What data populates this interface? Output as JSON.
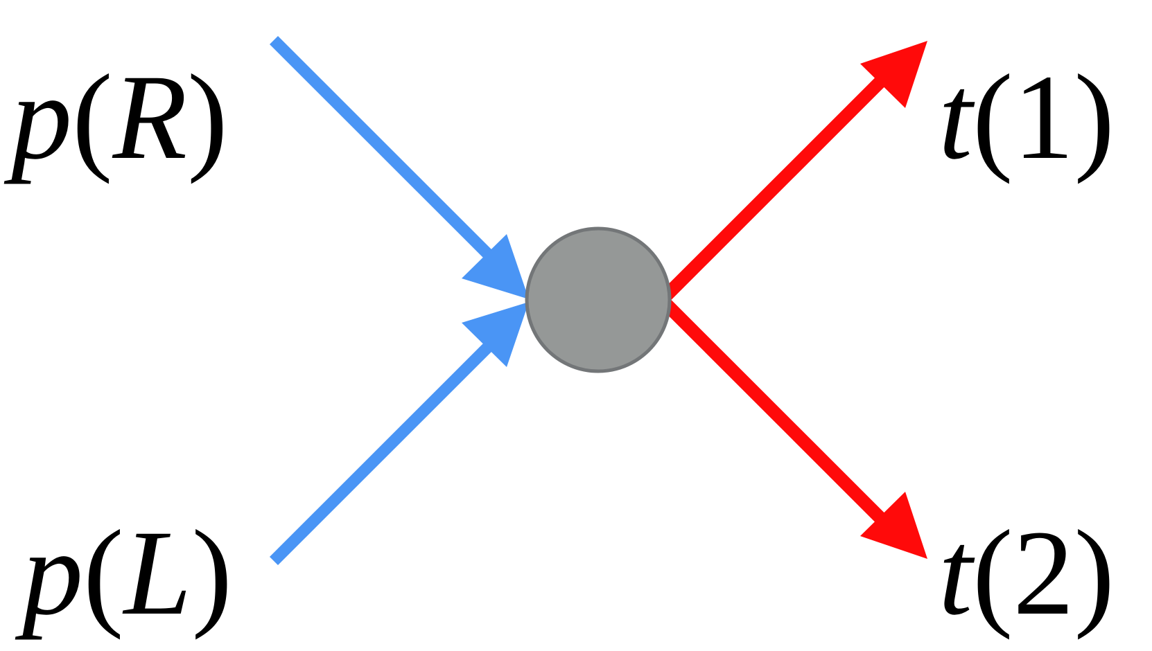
{
  "labels": {
    "top_left": {
      "func": "p",
      "open": "(",
      "arg": "R",
      "close": ")"
    },
    "bottom_left": {
      "func": "p",
      "open": "(",
      "arg": "L",
      "close": ")"
    },
    "top_right": {
      "func": "t",
      "open": "(",
      "arg": "1",
      "close": ")"
    },
    "bottom_right": {
      "func": "t",
      "open": "(",
      "arg": "2",
      "close": ")"
    }
  },
  "colors": {
    "incoming": "#4a95f5",
    "outgoing": "#ff0a0a",
    "vertex_fill": "#959897",
    "vertex_stroke": "#737678",
    "text": "#000000",
    "background": "#ffffff"
  },
  "elements": {
    "vertex": "gray-circle-vertex",
    "incoming_arrows": [
      "arrow-from-top-left",
      "arrow-from-bottom-left"
    ],
    "outgoing_arrows": [
      "arrow-to-top-right",
      "arrow-to-bottom-right"
    ]
  }
}
